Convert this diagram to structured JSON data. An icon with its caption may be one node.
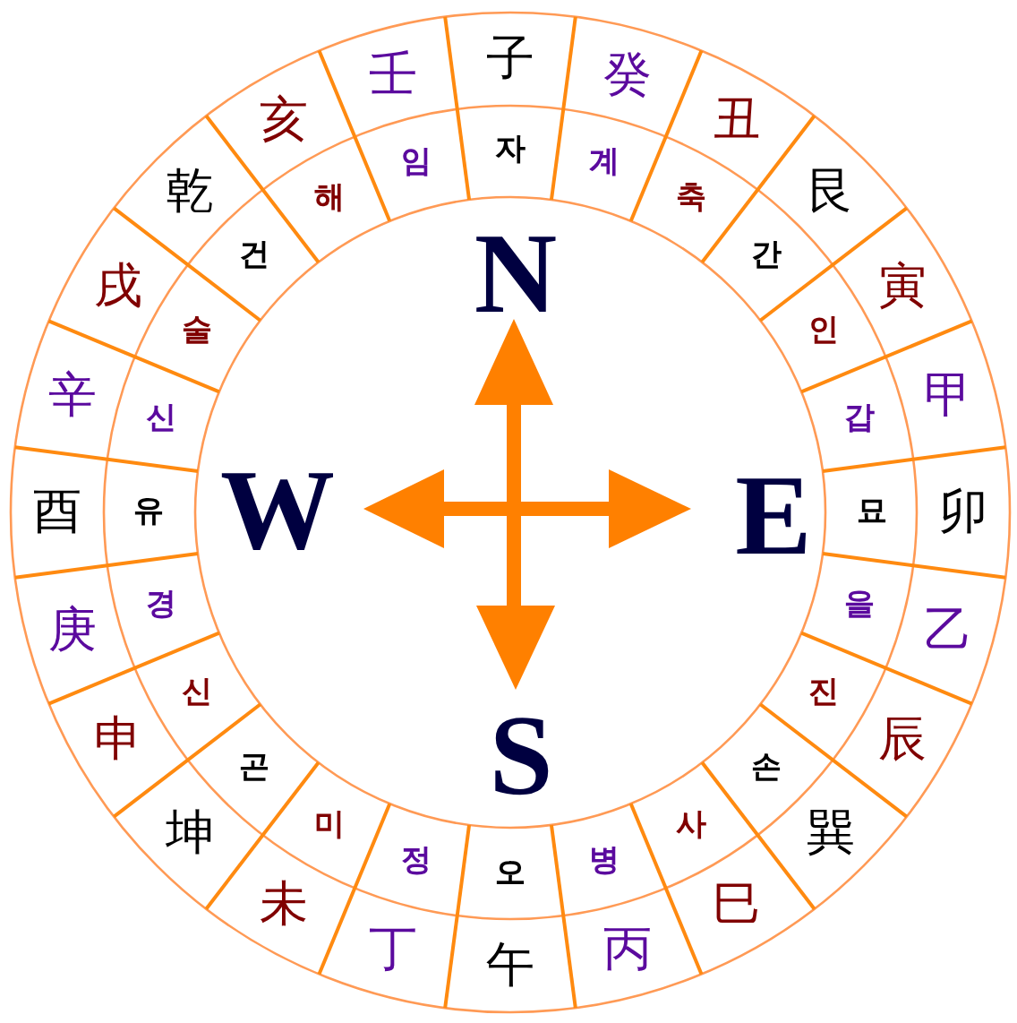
{
  "diagram": {
    "labels": [
      "子",
      "癸",
      "丑",
      "艮",
      "寅",
      "甲",
      "卯",
      "乙",
      "辰",
      "巽",
      "巳",
      "丙",
      "午",
      "丁",
      "未",
      "坤",
      "申",
      "庚",
      "酉",
      "辛",
      "戌",
      "乾",
      "亥",
      "壬",
      "자",
      "계",
      "축",
      "간",
      "인",
      "갑",
      "묘",
      "을",
      "진",
      "손",
      "사",
      "병",
      "오",
      "정",
      "미",
      "곤",
      "신",
      "경",
      "유",
      "신",
      "술",
      "건",
      "해",
      "임",
      "N",
      "W",
      "E",
      "S"
    ]
  }
}
